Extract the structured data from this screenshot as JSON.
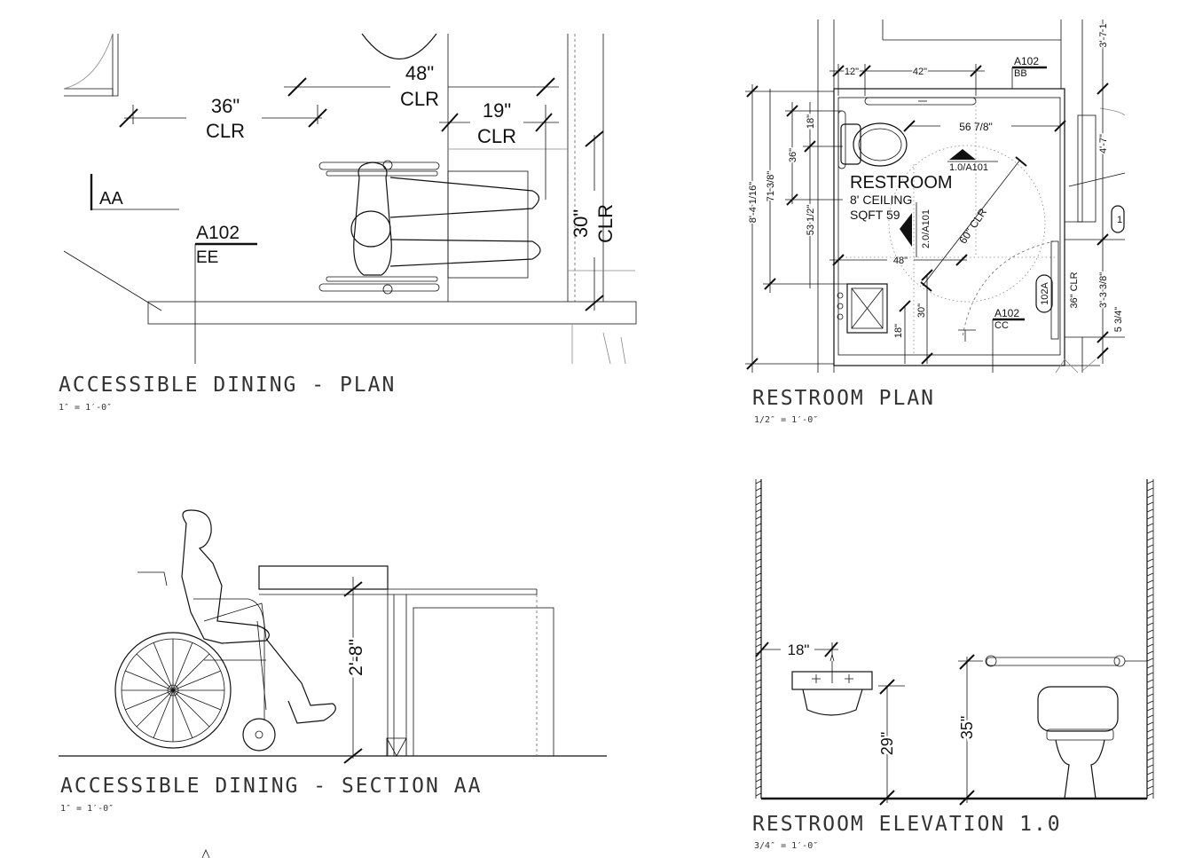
{
  "drawings": {
    "dining_plan": {
      "title": "ACCESSIBLE DINING - PLAN",
      "scale": "1″ = 1′-0″",
      "dim_36": "36\"",
      "dim_48": "48\"",
      "dim_19": "19\"",
      "dim_30": "30\"",
      "clr": "CLR",
      "section_mark": "AA",
      "ref_sheet": "A102",
      "ref_detail": "EE"
    },
    "restroom_plan": {
      "title": "RESTROOM PLAN",
      "scale": "1/2″ = 1′-0″",
      "room_name": "RESTROOM",
      "ceiling": "8' CEILING",
      "sqft": "SQFT 59",
      "dim_12": "12\"",
      "dim_42": "42\"",
      "dim_56": "56 7/8\"",
      "dim_18a": "18\"",
      "dim_36": "36\"",
      "dim_71": "71 3/8\"",
      "dim_84": "8'-4 1/16\"",
      "dim_53": "53 1/2\"",
      "dim_48": "48\"",
      "dim_30": "30\"",
      "dim_18b": "18\"",
      "dim_60clr": "60\" CLR",
      "dim_36clr": "36\" CLR",
      "dim_37": "3'-7 1",
      "dim_47": "4'-7\"",
      "dim_33": "3'-3 3/8\"",
      "dim_534": "5 3/4\"",
      "elev_ref_1": "2.0/A101",
      "elev_ref_2": "1.0/A101",
      "ref_bb_sheet": "A102",
      "ref_bb_detail": "BB",
      "ref_cc_sheet": "A102",
      "ref_cc_detail": "CC",
      "door_tag": "102A",
      "edge_tag": "1"
    },
    "dining_section": {
      "title": "ACCESSIBLE DINING - SECTION AA",
      "scale": "1″ = 1′-0″",
      "dim_height": "2'-8\""
    },
    "restroom_elevation": {
      "title": "RESTROOM ELEVATION 1.0",
      "scale": "3/4″ = 1′-0″",
      "dim_18": "18\"",
      "dim_29": "29\"",
      "dim_35": "35\""
    }
  },
  "icons": [
    "wheelchair-user-plan",
    "wheelchair-user-elevation",
    "toilet",
    "sink",
    "grab-bar",
    "door-swing",
    "turning-circle"
  ]
}
